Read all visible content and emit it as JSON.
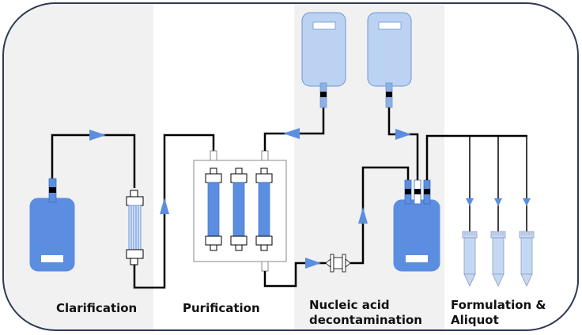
{
  "diagram": {
    "title": "Downstream processing workflow",
    "colors": {
      "panel_gray": "#f1f1f2",
      "panel_white": "#ffffff",
      "frame_border": "#2f3a55",
      "tubing": "#000000",
      "bag_dark": "#5b8ee0",
      "bag_light": "#bcd2f2",
      "bag_light_border": "#6f95d2",
      "arrow": "#5b8ee0",
      "tube_fill": "#c5d8f3"
    },
    "stages": [
      {
        "id": "clarification",
        "lines": [
          "Clarification"
        ]
      },
      {
        "id": "purification",
        "lines": [
          "Purification"
        ]
      },
      {
        "id": "nucleic-acid-decontamination",
        "lines": [
          "Nucleic acid",
          "decontamination"
        ]
      },
      {
        "id": "formulation-aliquot",
        "lines": [
          "Formulation &",
          "Aliquot"
        ]
      }
    ],
    "components": {
      "clarification": [
        "source-bag",
        "depth-filter-cartridge"
      ],
      "purification": [
        "chromatography-skid-3-columns"
      ],
      "nucleic_acid_decontamination": [
        "buffer-bag-1",
        "buffer-bag-2",
        "inline-filter",
        "collection-bag"
      ],
      "formulation_aliquot": [
        "aliquot-tube-1",
        "aliquot-tube-2",
        "aliquot-tube-3"
      ]
    },
    "column_count": 3,
    "aliquot_count": 3
  }
}
